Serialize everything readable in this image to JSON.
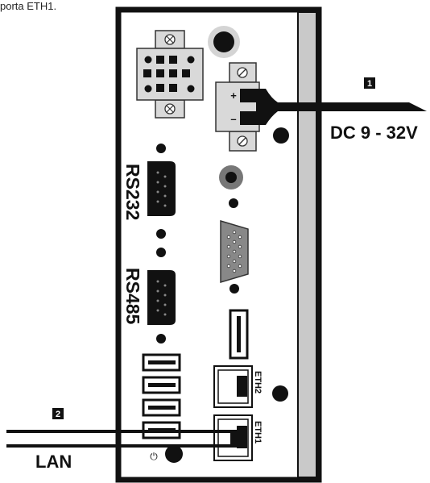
{
  "caption": "porta ETH1.",
  "callouts": [
    {
      "number": "1",
      "label": "DC 9 - 32V"
    },
    {
      "number": "2",
      "label": "LAN"
    }
  ],
  "ports": {
    "serial_1": "RS232",
    "serial_2": "RS485",
    "ethernet_2": "ETH2",
    "ethernet_1": "ETH1",
    "power_plus": "+",
    "power_minus": "–",
    "power_button_symbol": "⏻"
  }
}
